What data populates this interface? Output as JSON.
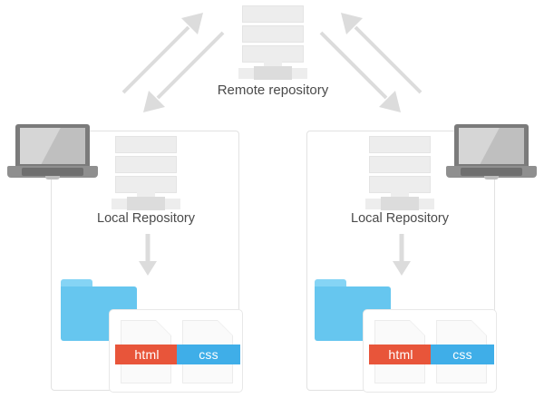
{
  "diagram": {
    "title": "git-remote-local-repository-workflow",
    "background_color": "#ffffff",
    "colors": {
      "arrow": "#dcdcdc",
      "server": "#ededed",
      "server_base": "#dcdcdc",
      "laptop_lid": "#7b7b7b",
      "laptop_screen": "#c9c9c9",
      "folder_tab": "#85d4f5",
      "folder_body": "#66c6ef",
      "file_html": "#e8553a",
      "file_css": "#3faee8",
      "panel_border": "#e2e2e2",
      "label_text": "#4a4a4a"
    }
  },
  "remote": {
    "label": "Remote repository",
    "icon": "server-icon"
  },
  "sides": [
    {
      "id": "left",
      "laptop_icon": "laptop-icon",
      "local_repository_label": "Local Repository",
      "local_repository_icon": "server-icon",
      "folder_icon": "folder-icon",
      "files": [
        {
          "name": "html",
          "icon": "file-icon",
          "color": "#e8553a"
        },
        {
          "name": "css",
          "icon": "file-icon",
          "color": "#3faee8"
        }
      ]
    },
    {
      "id": "right",
      "laptop_icon": "laptop-icon",
      "local_repository_label": "Local Repository",
      "local_repository_icon": "server-icon",
      "folder_icon": "folder-icon",
      "files": [
        {
          "name": "html",
          "icon": "file-icon",
          "color": "#e8553a"
        },
        {
          "name": "css",
          "icon": "file-icon",
          "color": "#3faee8"
        }
      ]
    }
  ],
  "arrows": [
    {
      "id": "left-push",
      "direction": "up-right",
      "from": "left-local-repository",
      "to": "remote-repository"
    },
    {
      "id": "left-pull",
      "direction": "down-left",
      "from": "remote-repository",
      "to": "left-local-repository"
    },
    {
      "id": "right-push",
      "direction": "up-left",
      "from": "right-local-repository",
      "to": "remote-repository"
    },
    {
      "id": "right-pull",
      "direction": "down-right",
      "from": "remote-repository",
      "to": "right-local-repository"
    },
    {
      "id": "left-commit",
      "direction": "down",
      "from": "left-local-repository",
      "to": "left-working-folder"
    },
    {
      "id": "right-commit",
      "direction": "down",
      "from": "right-local-repository",
      "to": "right-working-folder"
    }
  ]
}
